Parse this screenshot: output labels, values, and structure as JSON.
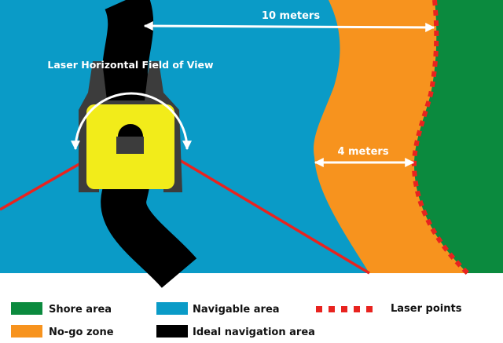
{
  "annotations": {
    "fov_label": "Laser Horizontal Field of View",
    "distance_far": "10 meters",
    "distance_near": "4 meters"
  },
  "legend": {
    "shore": "Shore area",
    "nogo": "No-go zone",
    "navigable": "Navigable area",
    "ideal": "Ideal navigation area",
    "laser": "Laser points"
  },
  "colors": {
    "water": "#0a9bc7",
    "nogo": "#f7931e",
    "shore": "#0b8a3e",
    "ideal": "#000000",
    "laser": "#e8231f",
    "vehicle_body": "#f2ec1a",
    "vehicle_frame": "#3c3c3c"
  }
}
